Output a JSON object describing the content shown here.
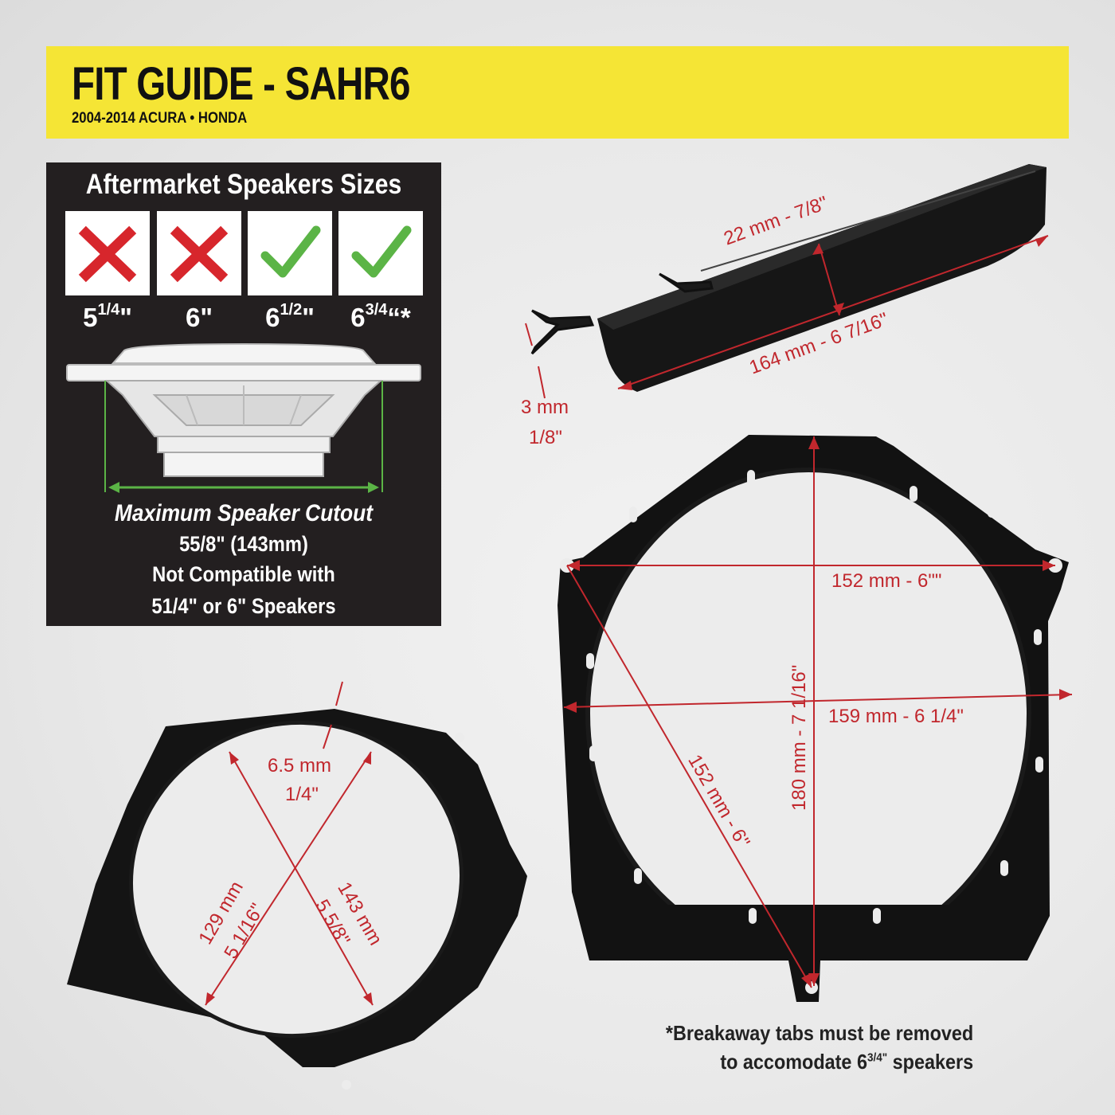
{
  "header": {
    "title": "FIT GUIDE - SAHR6",
    "subtitle": "2004-2014 ACURA • HONDA",
    "background_color": "#f5e535"
  },
  "speaker_panel": {
    "title": "Aftermarket Speakers Sizes",
    "sizes": [
      {
        "whole": "5",
        "fraction": "1/4",
        "suffix": "\"",
        "compatible": false,
        "icon": "red-x-icon"
      },
      {
        "whole": "6",
        "fraction": "",
        "suffix": "\"",
        "compatible": false,
        "icon": "red-x-icon"
      },
      {
        "whole": "6",
        "fraction": "1/2",
        "suffix": "\"",
        "compatible": true,
        "icon": "green-check-icon"
      },
      {
        "whole": "6",
        "fraction": "3/4",
        "suffix": "“*",
        "compatible": true,
        "icon": "green-check-icon"
      }
    ],
    "cutout_title": "Maximum Speaker Cutout",
    "cutout_value": "55/8\" (143mm)",
    "incompatible_line1": "Not Compatible with",
    "incompatible_line2": "51/4\" or 6\" Speakers",
    "colors": {
      "x": "#d7262c",
      "check": "#5bb446",
      "background": "#231f20"
    }
  },
  "top_view": {
    "height_label": "22 mm - 7/8\"",
    "depth_label": "164 mm - 6 7/16\"",
    "thickness_label_mm": "3 mm",
    "thickness_label_in": "1/8\""
  },
  "right_ring": {
    "tab_span_label": "152 mm - 6\"\"",
    "width_label": "159 mm - 6 1/4\"",
    "height_label": "180 mm - 7 1/16\"",
    "diagonal_label": "152 mm - 6\""
  },
  "left_ring": {
    "thickness_mm": "6.5 mm",
    "thickness_in": "1/4\"",
    "inner_mm": "129 mm",
    "inner_in": "5 1/16\"",
    "outer_mm": "143 mm",
    "outer_in": "5 5/8\""
  },
  "footnote": {
    "line1": "*Breakaway tabs must be removed",
    "line2_prefix": "to accomodate 6",
    "line2_sup": "3/4\"",
    "line2_suffix": " speakers"
  },
  "dimension_color": "#c1272d"
}
